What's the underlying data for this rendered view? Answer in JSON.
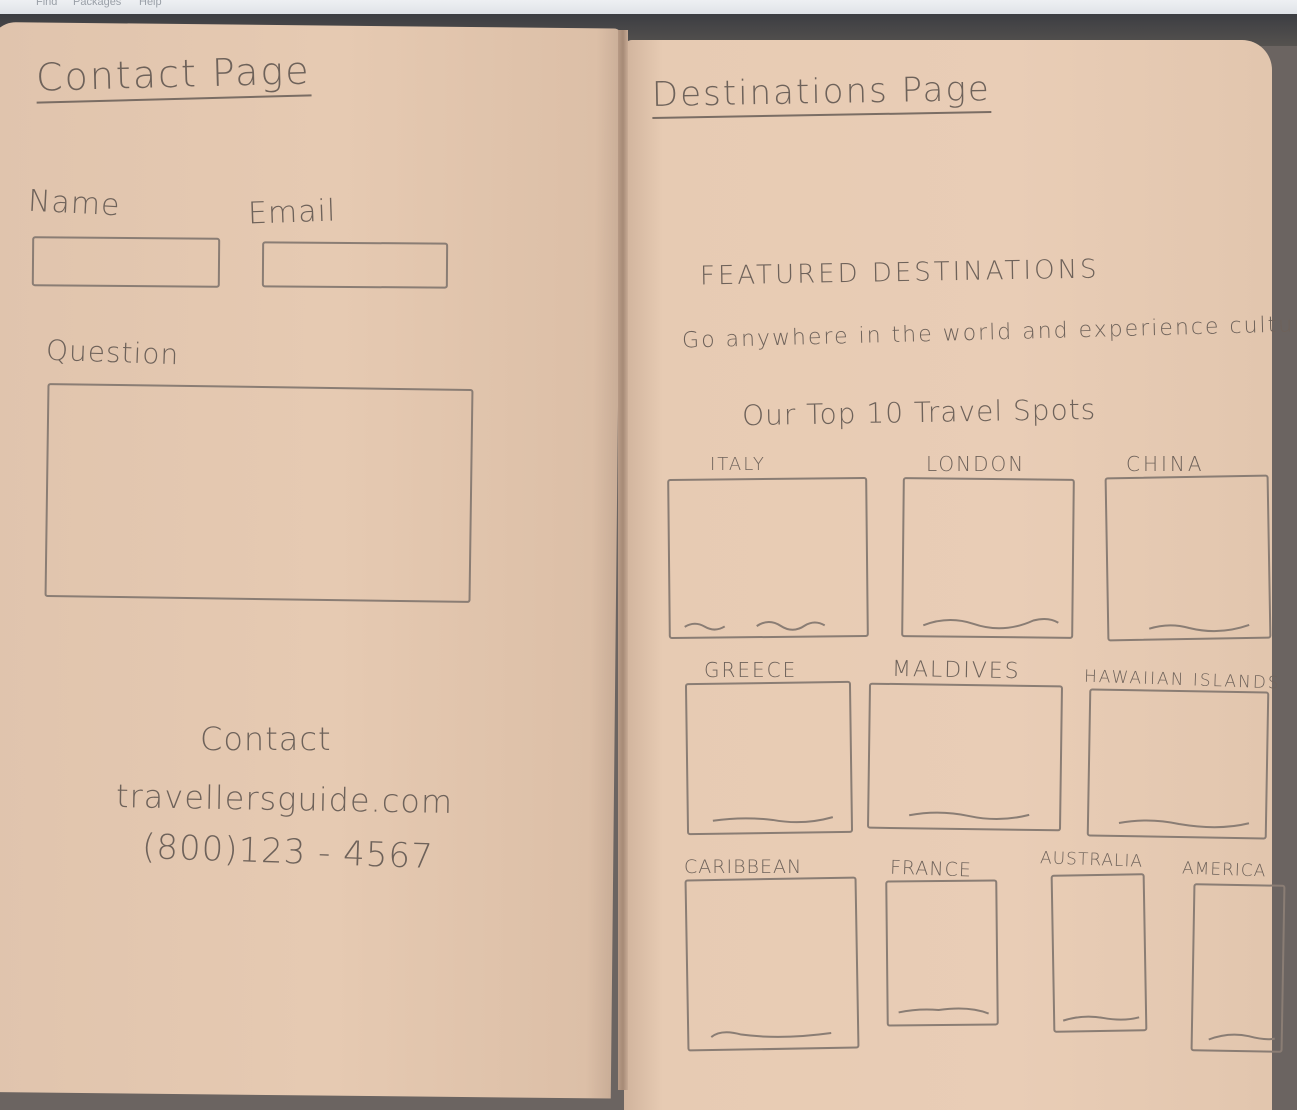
{
  "menu": {
    "items": [
      "Find",
      "Packages",
      "Help"
    ]
  },
  "contact_page": {
    "title": "Contact Page",
    "name_label": "Name",
    "email_label": "Email",
    "question_label": "Question",
    "contact_heading": "Contact",
    "website": "travellersguide.com",
    "phone": "(800)123 - 4567"
  },
  "destinations_page": {
    "title": "Destinations Page",
    "featured_heading": "FEATURED DESTINATIONS",
    "tagline": "Go anywhere in the world and experience culture!",
    "top_spots": "Our Top 10 Travel Spots",
    "destinations": [
      "ITALY",
      "LONDON",
      "CHINA",
      "GREECE",
      "MALDIVES",
      "HAWAIIAN ISLANDS",
      "CARIBBEAN",
      "FRANCE",
      "AUSTRALIA",
      "AMERICA"
    ]
  },
  "colors": {
    "paper": "#e6cab2",
    "pencil": "#6e625a",
    "background": "#6b6461"
  }
}
